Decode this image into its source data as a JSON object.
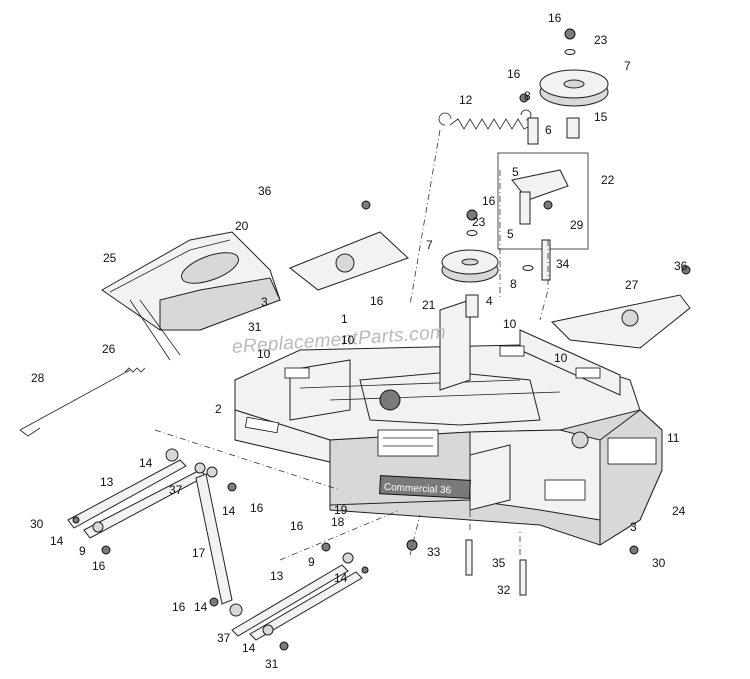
{
  "watermark": "eReplacementParts.com",
  "deck_brand": "Commercial 36",
  "callouts": [
    "16",
    "23",
    "7",
    "16",
    "8",
    "6",
    "15",
    "12",
    "5",
    "22",
    "16",
    "23",
    "29",
    "5",
    "36",
    "20",
    "7",
    "34",
    "8",
    "25",
    "4",
    "27",
    "36",
    "3",
    "16",
    "21",
    "1",
    "10",
    "10",
    "31",
    "10",
    "10",
    "26",
    "28",
    "11",
    "2",
    "14",
    "13",
    "37",
    "14",
    "16",
    "19",
    "18",
    "3",
    "24",
    "30",
    "14",
    "9",
    "16",
    "16",
    "9",
    "17",
    "33",
    "35",
    "30",
    "13",
    "14",
    "32",
    "16",
    "14",
    "37",
    "14",
    "31"
  ]
}
